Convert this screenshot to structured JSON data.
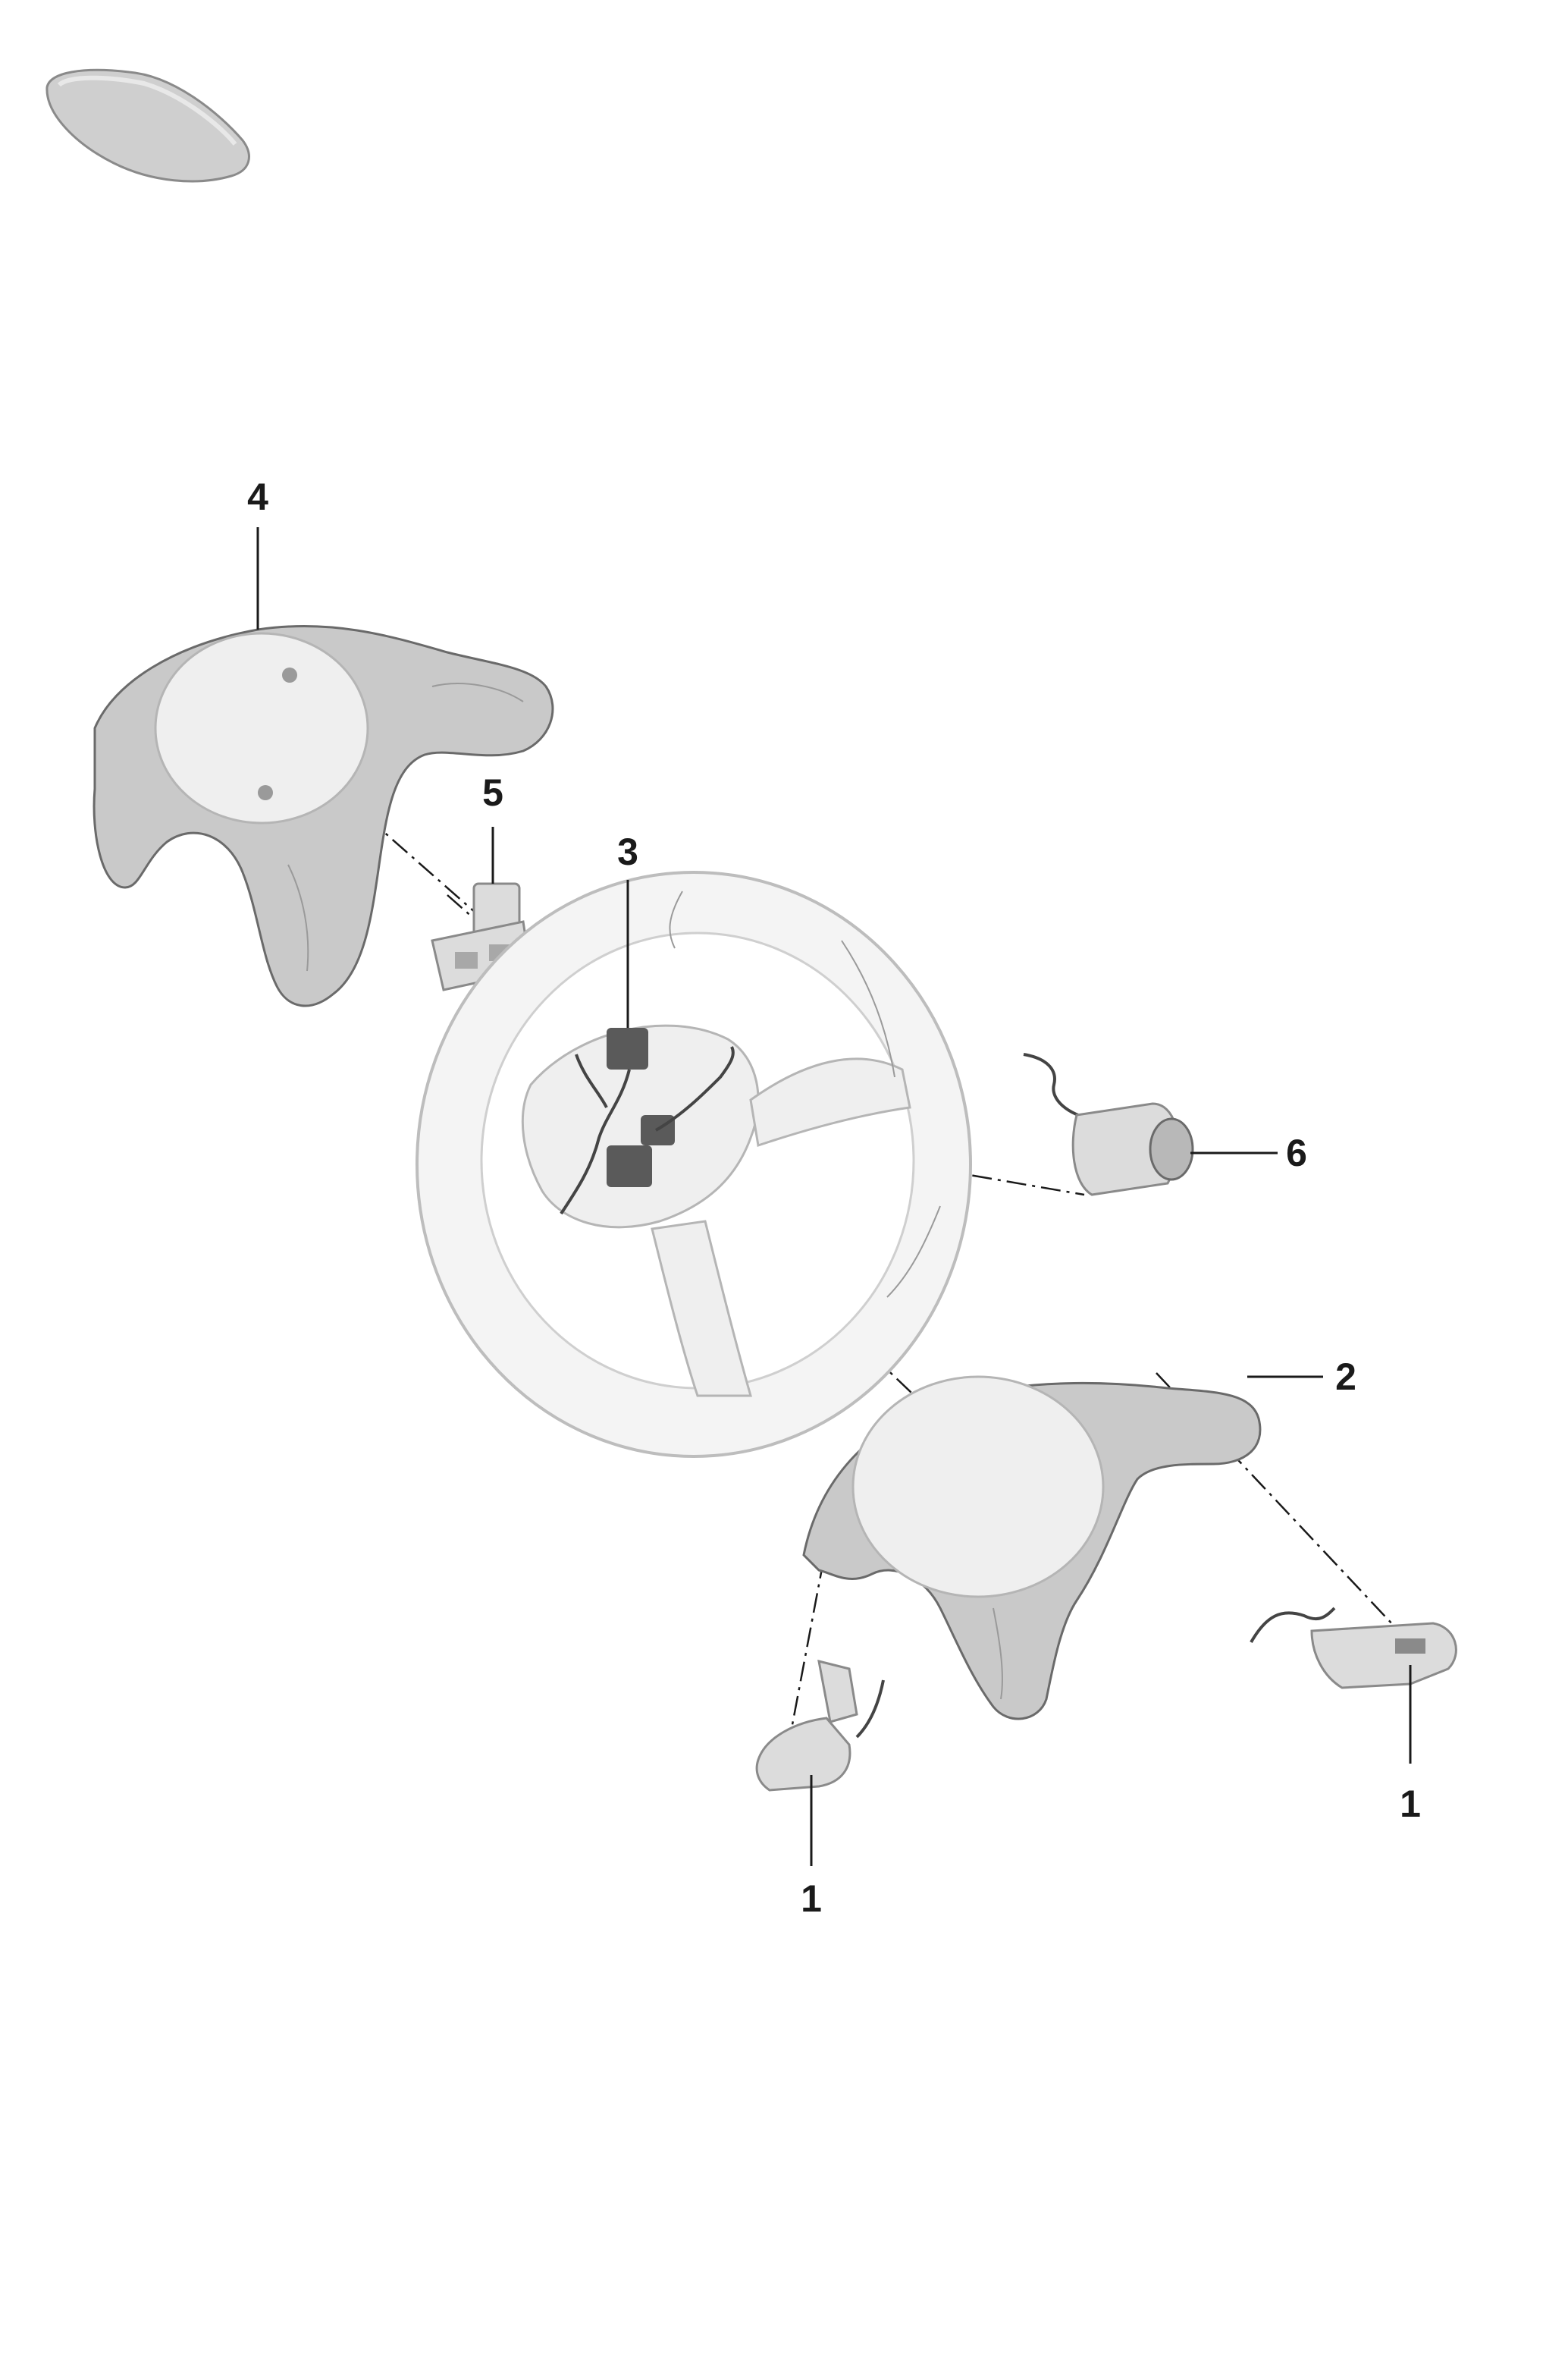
{
  "callouts": [
    {
      "id": "1",
      "label": "1"
    },
    {
      "id": "1b",
      "label": "1"
    },
    {
      "id": "2",
      "label": "2"
    },
    {
      "id": "3",
      "label": "3"
    },
    {
      "id": "4",
      "label": "4"
    },
    {
      "id": "5",
      "label": "5"
    },
    {
      "id": "6",
      "label": "6"
    }
  ],
  "icons": {
    "thumbnail": "vehicle-silhouette-icon"
  },
  "colors": {
    "line": "#1a1a1a",
    "part_dark": "#c9c9c9",
    "part_light": "#efefef"
  }
}
